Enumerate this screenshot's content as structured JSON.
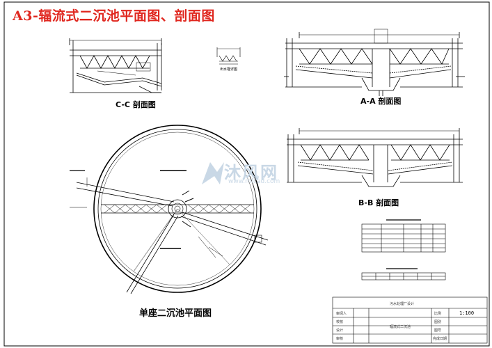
{
  "title": "A3-辐流式二沉池平面图、剖面图",
  "captions": {
    "cc": "C-C 剖面图",
    "aa": "A-A 剖面图",
    "bb": "B-B 剖面图",
    "plan": "单座二沉池平面图",
    "detail": "出水堰详图"
  },
  "watermark": {
    "brand": "沐风网",
    "url": "www.mfcad.com"
  },
  "title_block": {
    "project": "污水处理厂设计",
    "rows": [
      "审阅人",
      "校核",
      "设计",
      "审核"
    ],
    "drawing_name": "辐流式二沉池",
    "right_labels": [
      "比例",
      "图别",
      "图号",
      "完成日期"
    ],
    "scale": "1:100"
  }
}
